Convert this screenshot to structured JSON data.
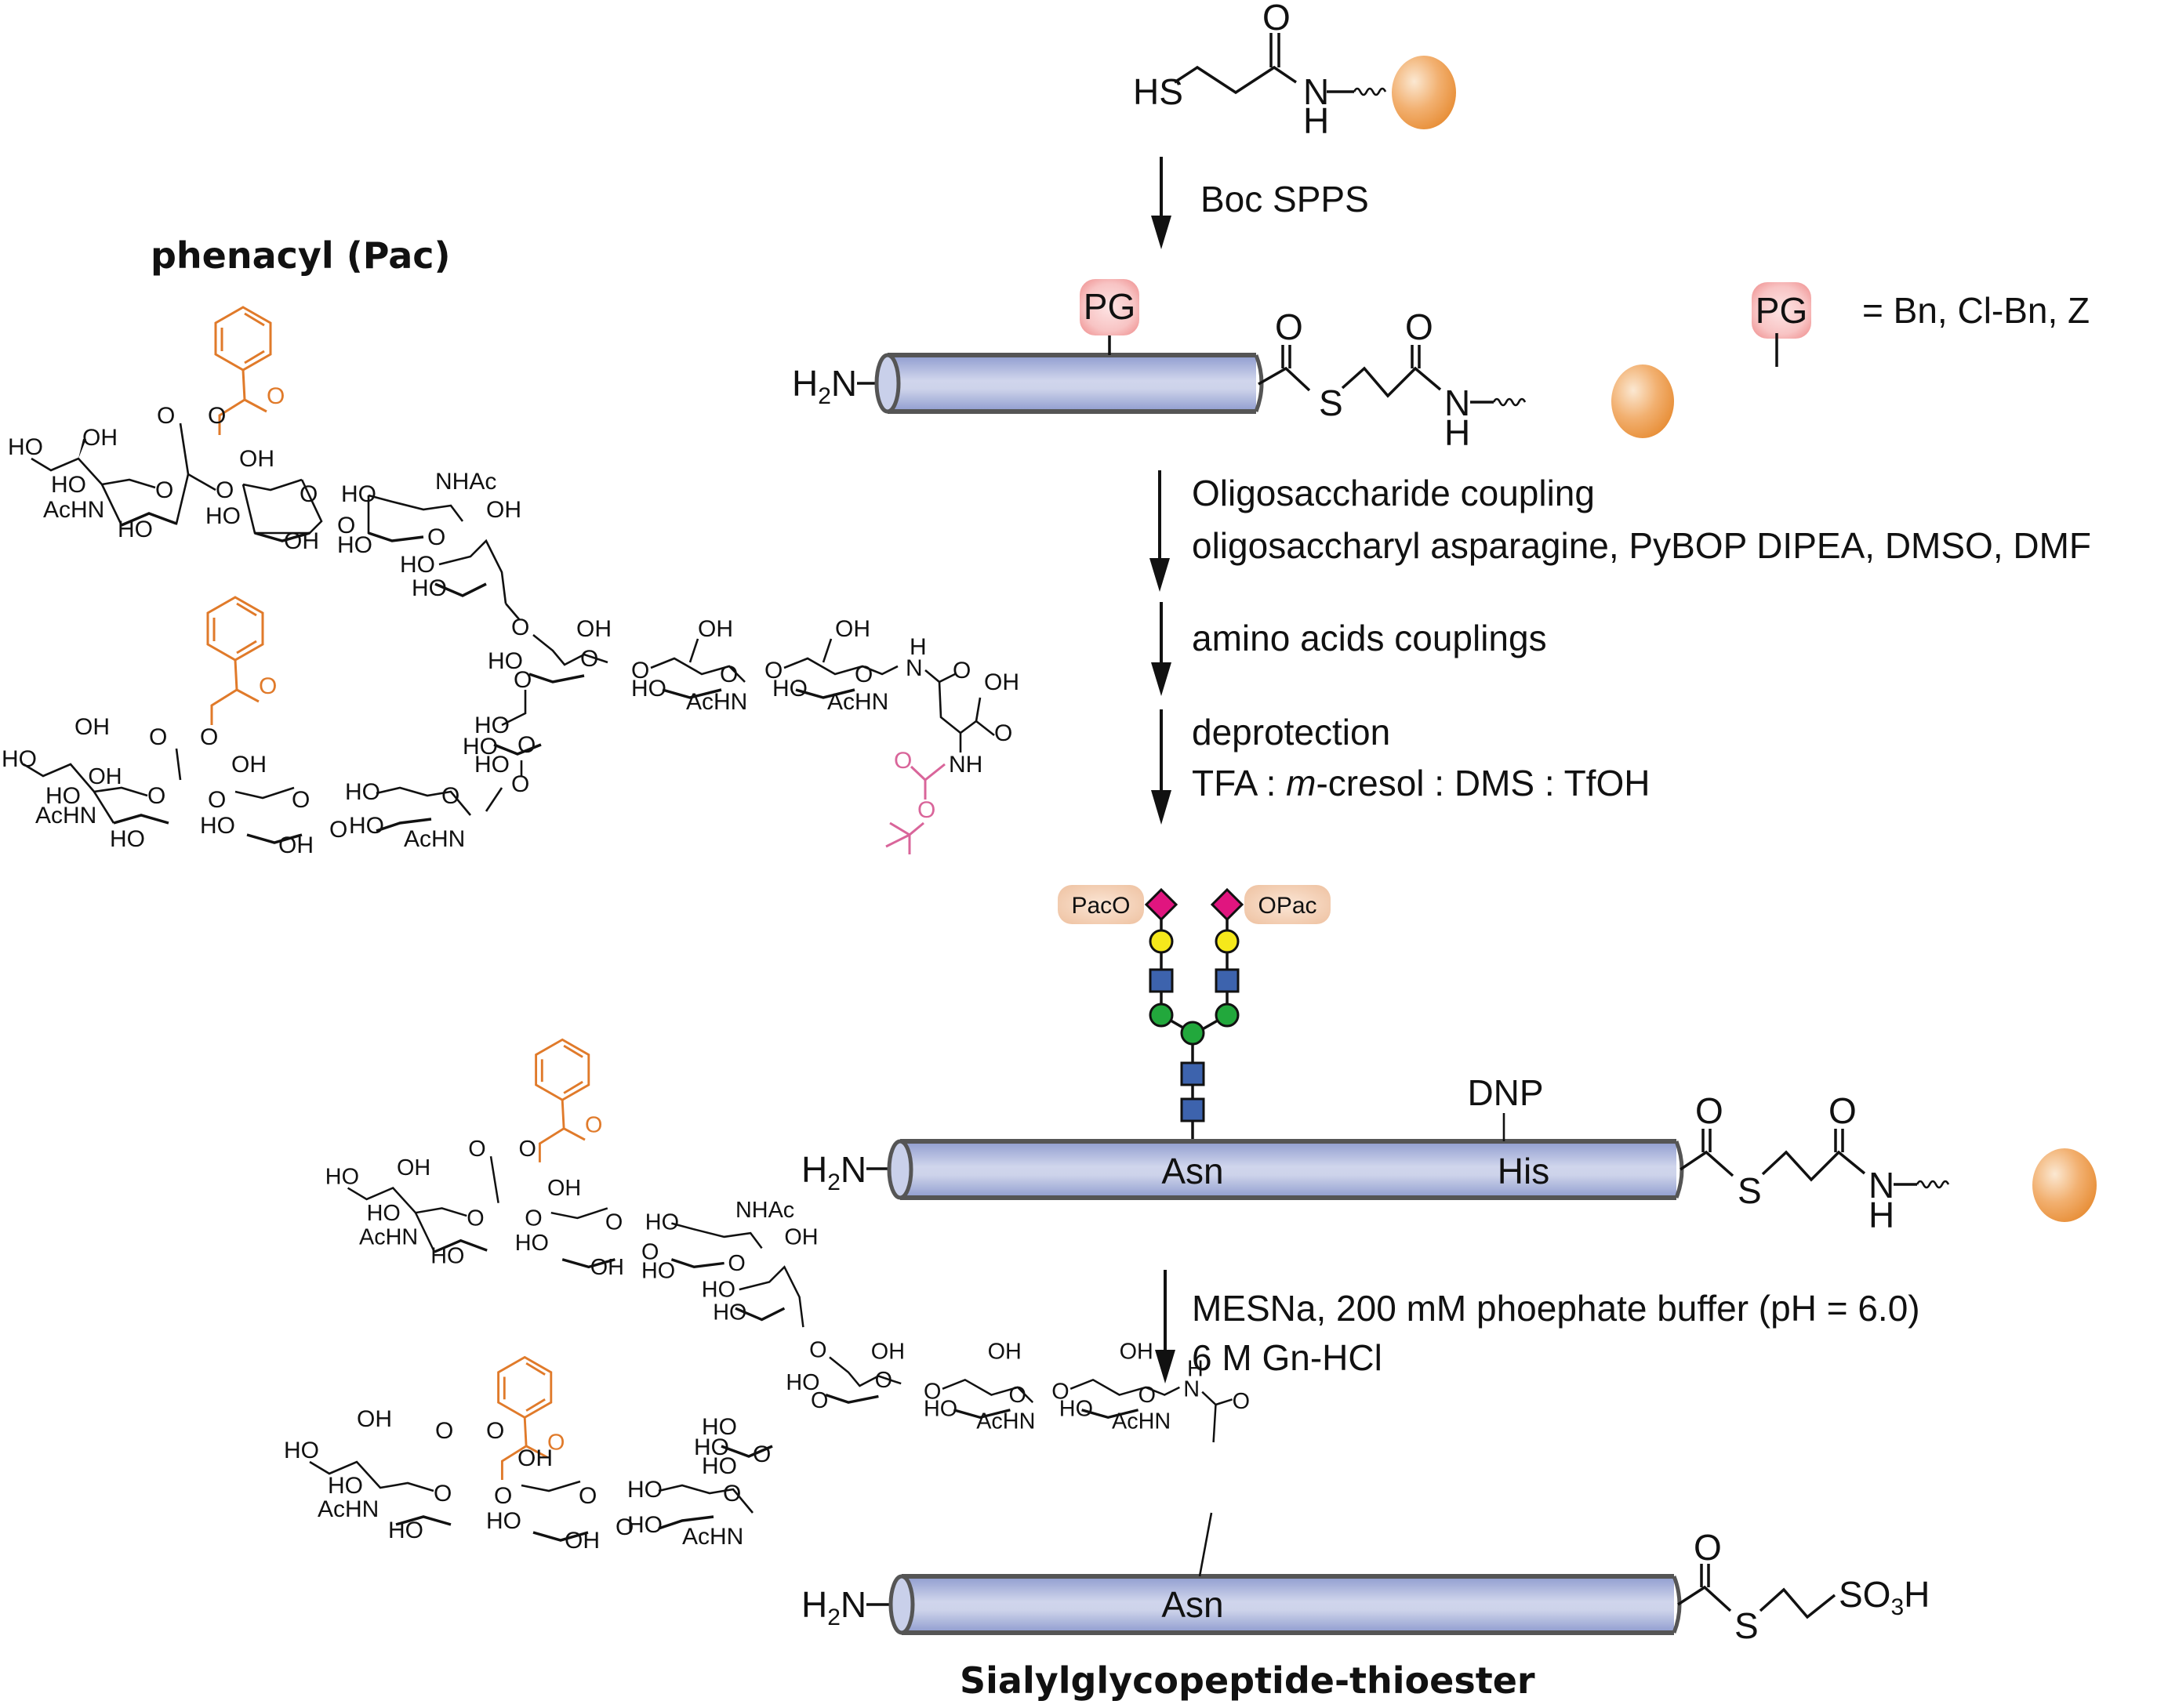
{
  "title_pac": "phenacyl (Pac)",
  "title_product": "Sialylglycopeptide-thioester",
  "colors": {
    "cylinder_fill": "#c9d0ea",
    "cylinder_edge": "#8f9ccf",
    "resin_bead": "#f0a050",
    "pg_box": "#f4a6a6",
    "pac_box": "#f0c8aa",
    "pac_group": "#e07a2a",
    "boc_group": "#d9659a",
    "sialic_acid": "#e0157f",
    "galactose": "#f5e81b",
    "glcnac": "#3d63ad",
    "mannose": "#22a83c"
  },
  "start_material": {
    "hs": "HS",
    "o": "O",
    "n": "N",
    "h": "H",
    "resin": "resin-bead"
  },
  "steps": [
    {
      "lines": [
        "Boc SPPS"
      ]
    },
    {
      "lines": [
        "Oligosaccharide coupling",
        "oligosaccharyl asparagine, PyBOP DIPEA, DMSO, DMF"
      ]
    },
    {
      "lines": [
        "amino acids couplings"
      ]
    },
    {
      "lines": [
        "deprotection",
        "TFA : m-cresol : DMS : TfOH"
      ],
      "italic_fragment": "m"
    },
    {
      "lines": [
        "MESNa, 200 mM phoephate buffer (pH = 6.0)",
        "6 M Gn-HCl"
      ]
    }
  ],
  "deprotection_parts": [
    "TFA : ",
    "m",
    "-cresol : DMS : TfOH"
  ],
  "peptide1": {
    "n_term": "H2N",
    "pg_label": "PG",
    "thioester_o": "O",
    "s": "S",
    "amide_o": "O",
    "n": "N",
    "h": "H"
  },
  "pg_legend": {
    "label": "PG",
    "definition": "= Bn, Cl-Bn, Z"
  },
  "glycan_symbols": {
    "left_cap": "PacO",
    "right_cap": "OPac",
    "branches": [
      [
        "sialic_acid",
        "galactose",
        "glcnac",
        "mannose"
      ],
      [
        "sialic_acid",
        "galactose",
        "glcnac",
        "mannose"
      ]
    ],
    "core": [
      "mannose",
      "glcnac",
      "glcnac"
    ]
  },
  "peptide2": {
    "n_term": "H2N",
    "residue1": "Asn",
    "residue2": "His",
    "his_pg": "DNP",
    "thioester_o": "O",
    "s": "S",
    "amide_o": "O",
    "n": "N",
    "h": "H"
  },
  "peptide3": {
    "n_term": "H2N",
    "residue1": "Asn",
    "thioester_o": "O",
    "s": "S",
    "sulfo": "SO3H"
  },
  "structure_labels": {
    "oh": "OH",
    "ho": "HO",
    "o": "O",
    "achn": "AcHN",
    "nhac": "NHAc",
    "nh": "NH",
    "n": "N",
    "h": "H"
  }
}
